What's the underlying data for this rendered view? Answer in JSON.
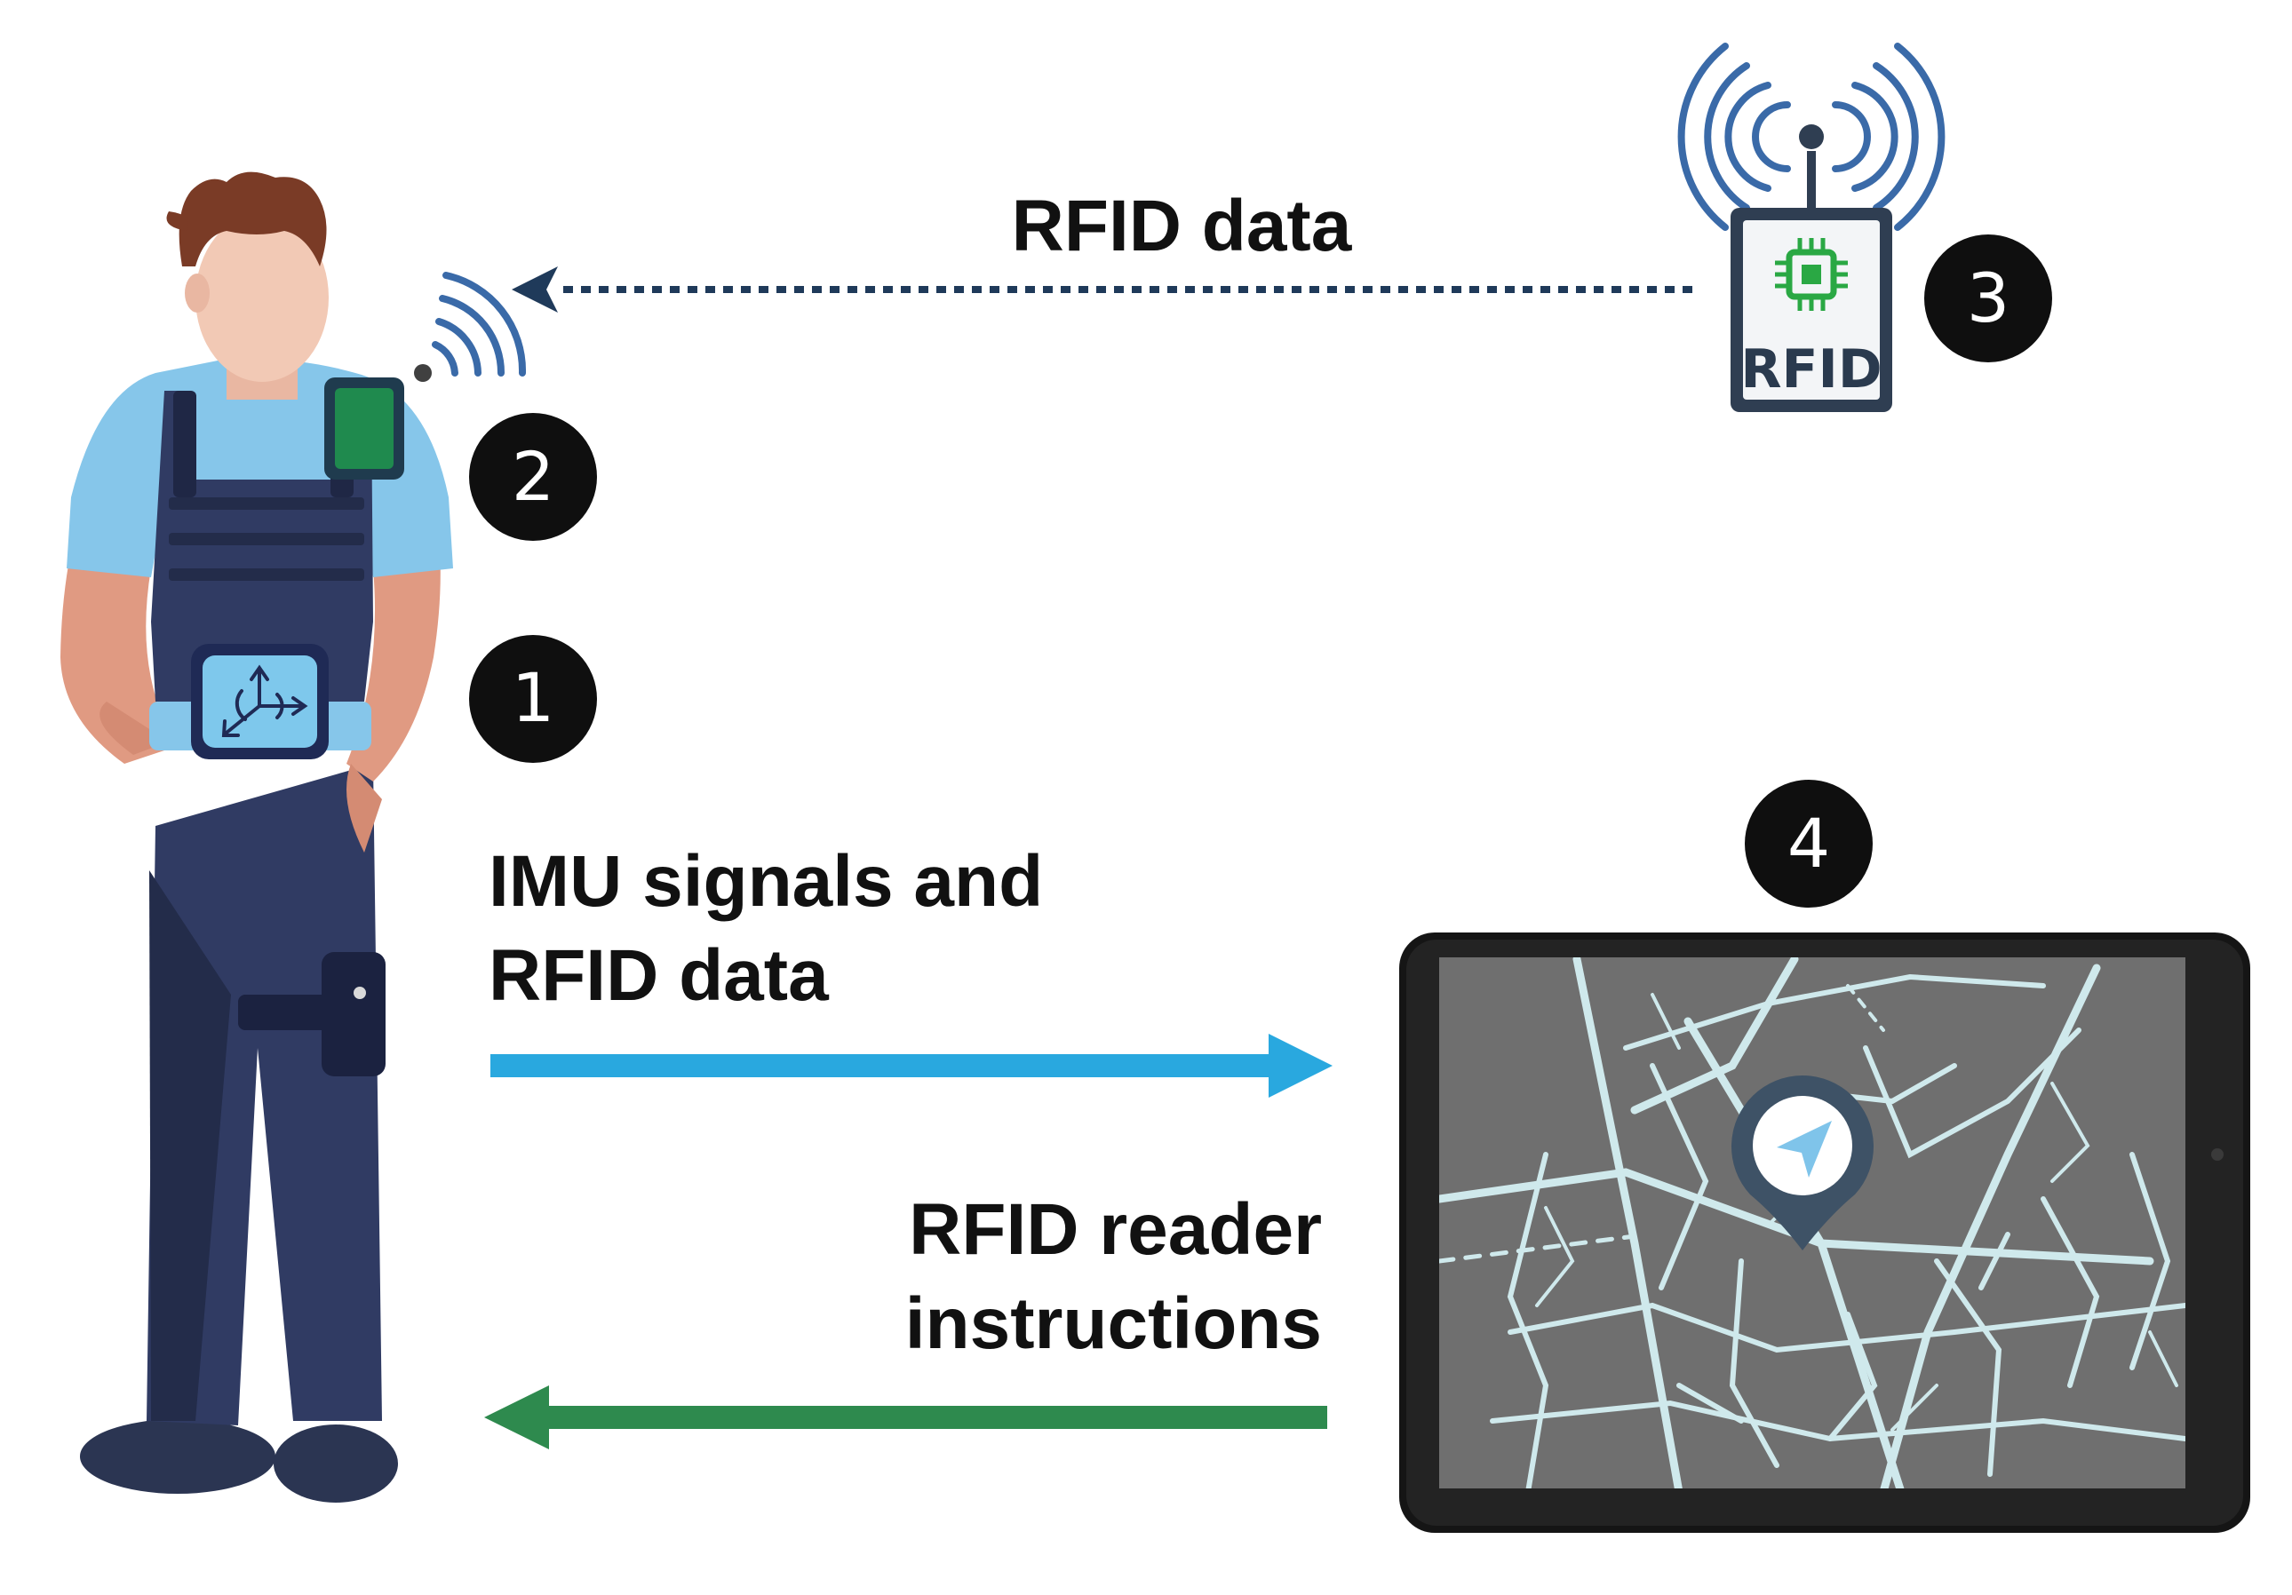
{
  "labels": {
    "rfid_data_top": "RFID data",
    "imu_line1": "IMU signals and",
    "imu_line2": "RFID data",
    "reader_line1": "RFID reader",
    "reader_line2": "instructions",
    "tag_text": "RFID"
  },
  "badges": [
    "1",
    "2",
    "3",
    "4"
  ],
  "colors": {
    "dotted_arrow": "#1f3a5a",
    "blue_arrow": "#29a8df",
    "green_arrow": "#2e8a4e",
    "badge": "#0f0f0f",
    "wave": "#3a6aa8",
    "imu_box": "#7ec8ec",
    "chip": "#2aa844",
    "map_bg": "#6f6f6f",
    "roads": "#cfe9ec"
  },
  "icons": [
    "person-figure",
    "imu-sensor-icon",
    "wearable-tag-icon",
    "rfid-reader-icon",
    "tablet-map-icon",
    "location-pin-icon"
  ]
}
